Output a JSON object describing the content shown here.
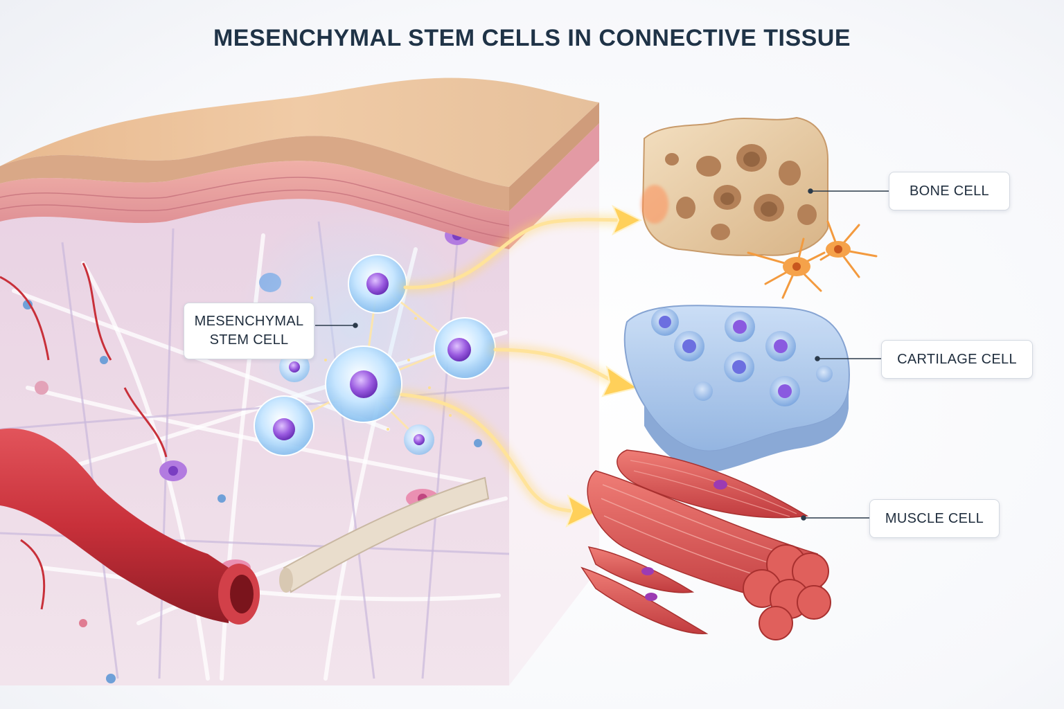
{
  "title": "MESENCHYMAL STEM CELLS IN CONNECTIVE TISSUE",
  "labels": {
    "stem_cell": [
      "MESENCHYMAL",
      "STEM CELL"
    ],
    "bone_cell": "BONE CELL",
    "cartilage_cell": "CARTILAGE CELL",
    "muscle_cell": "MUSCLE CELL"
  },
  "colors": {
    "title": "#1f3347",
    "skin_top": "#e9c59f",
    "epidermis": "#e59aa2",
    "dermis": "#eedbe6",
    "stem_cell_glow": "#9fd6ff",
    "nucleus": "#9a5be0",
    "arrow": "#ffc94a",
    "bone": "#e8cfa8",
    "cartilage": "#a9c8ee",
    "muscle": "#d9504f",
    "vessel": "#c8303a"
  },
  "icons": [
    "glow-arrow-icon",
    "leader-line-icon"
  ]
}
